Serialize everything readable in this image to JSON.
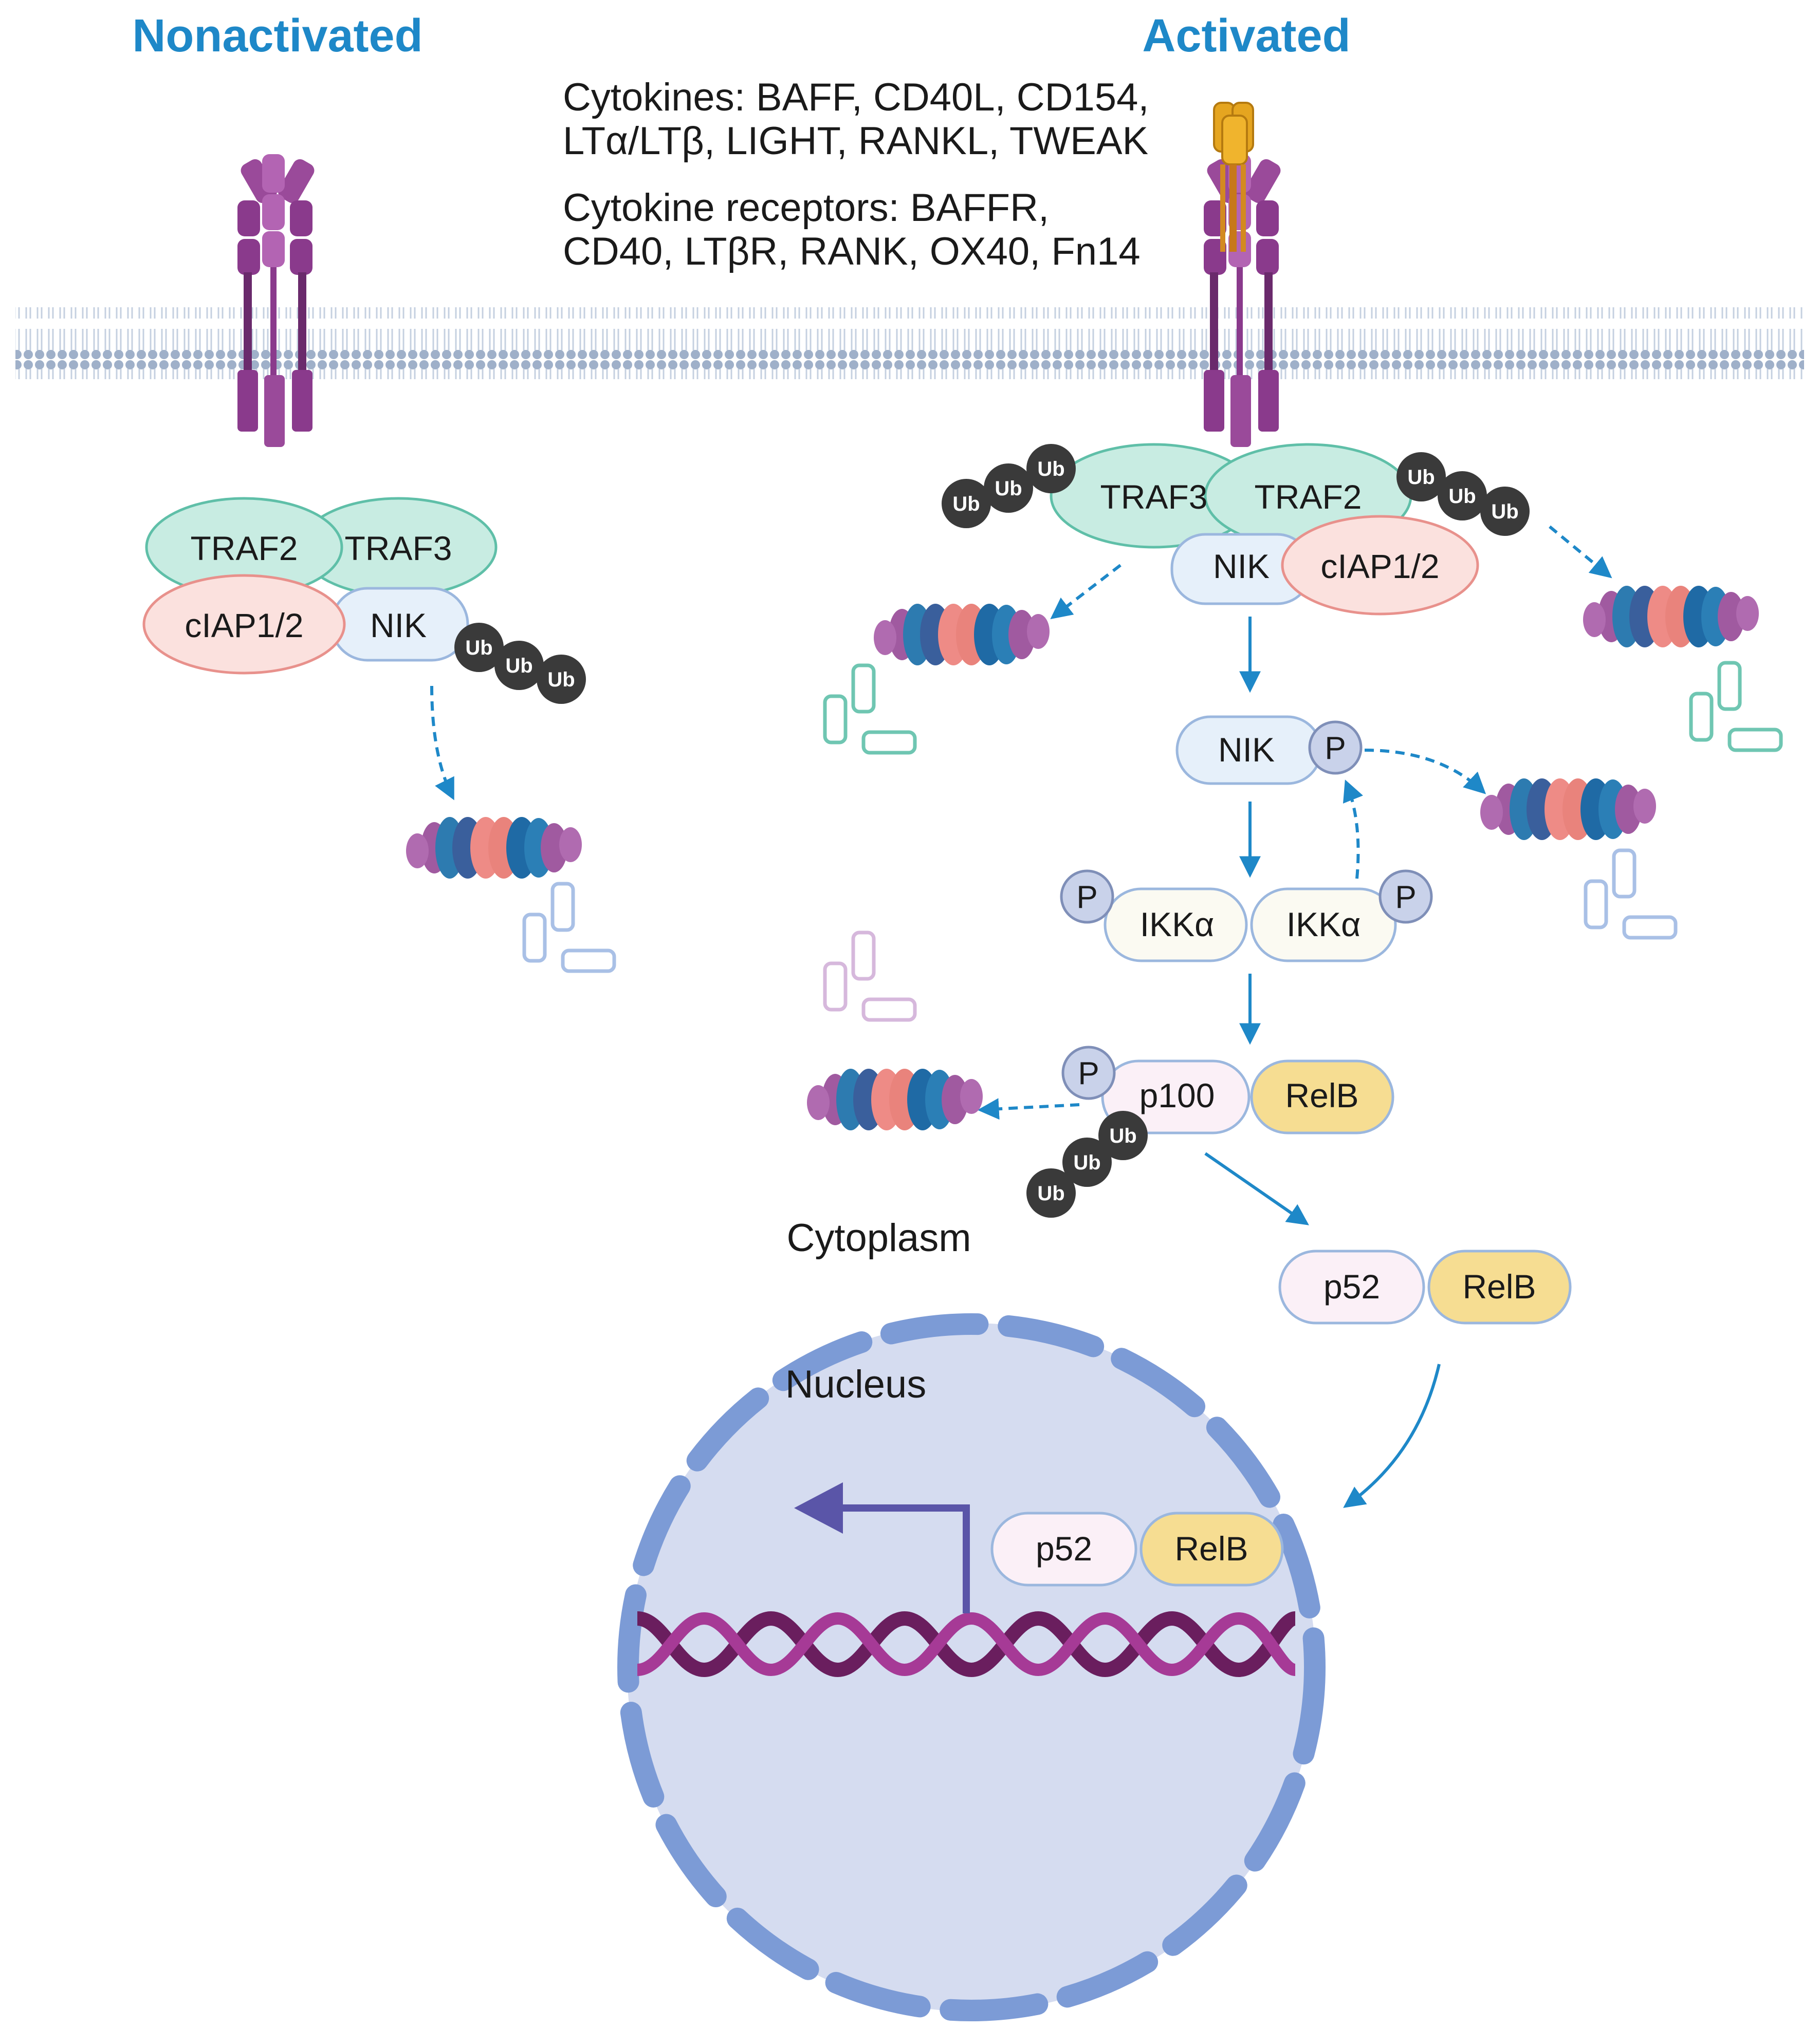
{
  "headers": {
    "nonactivated": "Nonactivated",
    "activated": "Activated",
    "color": "#1e88c8"
  },
  "notes": {
    "cytokines_line1": "Cytokines: BAFF, CD40L,  CD154,",
    "cytokines_line2": "LTα/LTβ, LIGHT,  RANKL, TWEAK",
    "receptors_line1": "Cytokine receptors: BAFFR,",
    "receptors_line2": "CD40, LTβR, RANK, OX40, Fn14"
  },
  "labels": {
    "traf2": "TRAF2",
    "traf3": "TRAF3",
    "ciap": "cIAP1/2",
    "nik": "NIK",
    "ub": "Ub",
    "p": "P",
    "ikka": "IKKα",
    "p100": "p100",
    "relb": "RelB",
    "p52": "p52",
    "cytoplasm": "Cytoplasm",
    "nucleus": "Nucleus"
  },
  "colors": {
    "traf": "#c8ece2",
    "ciap": "#fbe1de",
    "nik": "#e6f0fa",
    "ikk": "#fbfaf2",
    "p100": "#fbf0f7",
    "relb": "#f6dd92",
    "ub": "#3a3a3a",
    "phospho": "#c9d2ea",
    "arrow": "#1e88c8",
    "receptor": "#8a3a8c",
    "ligand": "#e5a520",
    "nucleus": "#d5dcf0",
    "envelope": "#7c9bd6",
    "dna": "#8a2c7c"
  }
}
